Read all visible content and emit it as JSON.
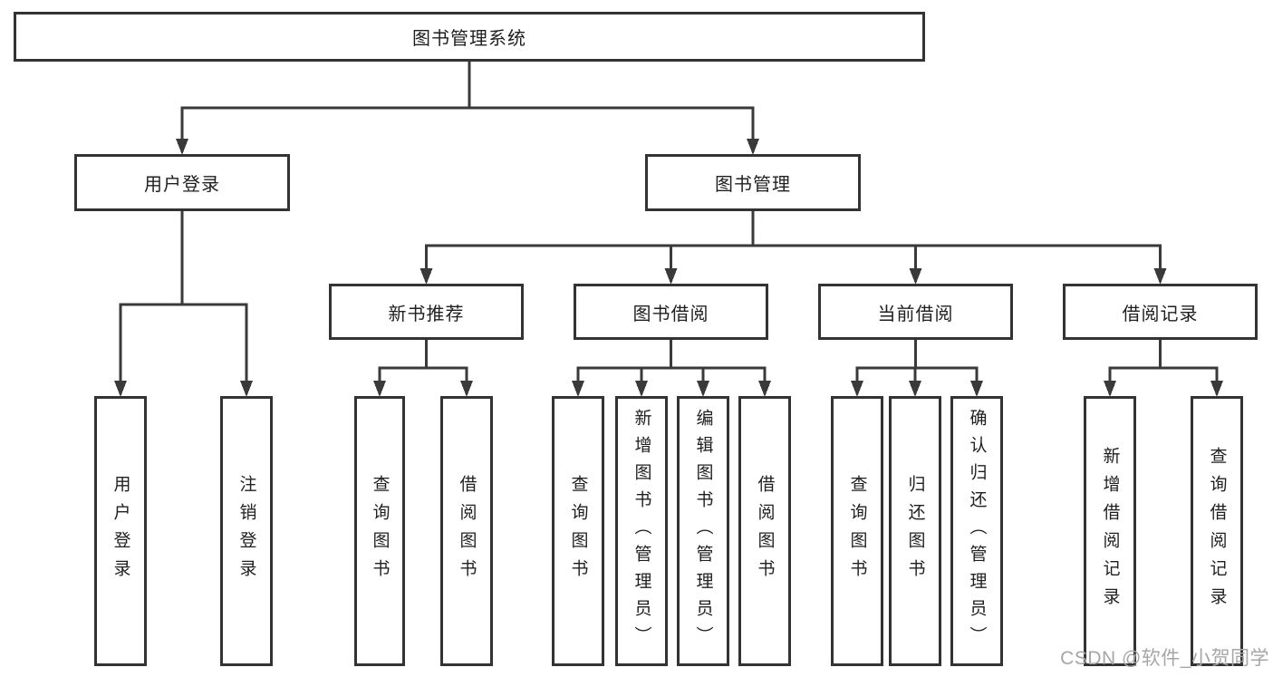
{
  "diagram": {
    "watermark": "CSDN @软件_小贺同学",
    "colors": {
      "line": "#3a3a3a",
      "box_border": "#333333",
      "box_fill": "#ffffff",
      "text": "#1f1f1f",
      "watermark": "#a6a6a6",
      "background": "#ffffff"
    },
    "tree": {
      "id": "root",
      "label": "图书管理系统",
      "children": [
        {
          "id": "user-login",
          "label": "用户登录",
          "children": [
            {
              "id": "user-login-leaf",
              "label": "用户登录"
            },
            {
              "id": "logout-leaf",
              "label": "注销登录"
            }
          ]
        },
        {
          "id": "book-management",
          "label": "图书管理",
          "children": [
            {
              "id": "new-book-recommend",
              "label": "新书推荐",
              "children": [
                {
                  "id": "nbr-query-book",
                  "label": "查询图书"
                },
                {
                  "id": "nbr-borrow-book",
                  "label": "借阅图书"
                }
              ]
            },
            {
              "id": "book-borrowing",
              "label": "图书借阅",
              "children": [
                {
                  "id": "bb-query-book",
                  "label": "查询图书"
                },
                {
                  "id": "bb-add-book",
                  "label": "新增图书（管理员）"
                },
                {
                  "id": "bb-edit-book",
                  "label": "编辑图书（管理员）"
                },
                {
                  "id": "bb-borrow-book",
                  "label": "借阅图书"
                }
              ]
            },
            {
              "id": "current-borrowing",
              "label": "当前借阅",
              "children": [
                {
                  "id": "cb-query-book",
                  "label": "查询图书"
                },
                {
                  "id": "cb-return-book",
                  "label": "归还图书"
                },
                {
                  "id": "cb-confirm-return",
                  "label": "确认归还（管理员）"
                }
              ]
            },
            {
              "id": "borrow-records",
              "label": "借阅记录",
              "children": [
                {
                  "id": "br-add-record",
                  "label": "新增借阅记录"
                },
                {
                  "id": "br-query-record",
                  "label": "查询借阅记录"
                }
              ]
            }
          ]
        }
      ]
    }
  }
}
